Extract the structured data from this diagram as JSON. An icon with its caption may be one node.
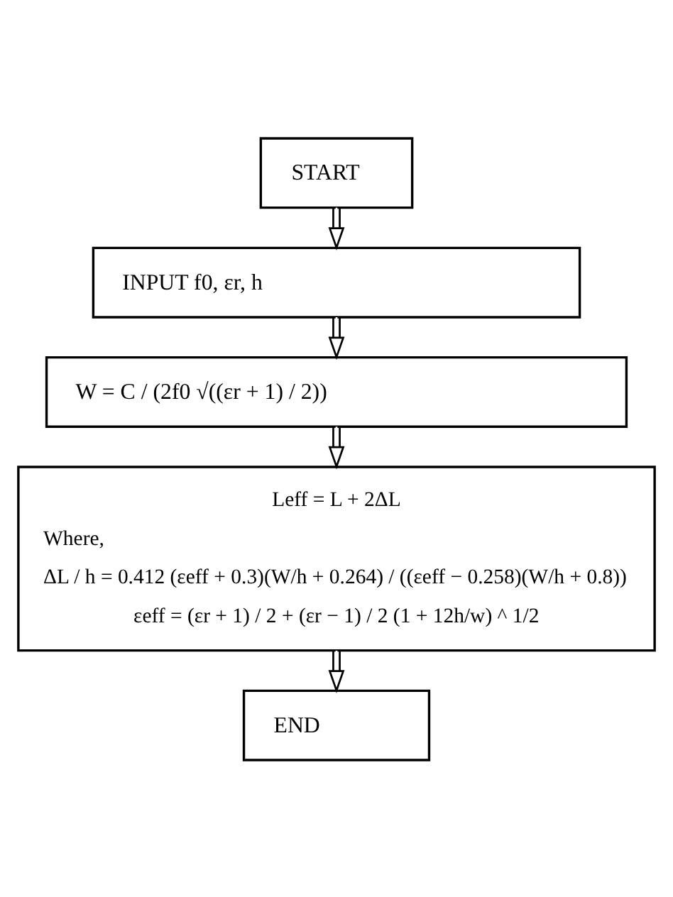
{
  "diagram": {
    "nodes": [
      {
        "text": [
          "START"
        ]
      },
      {
        "text": [
          "INPUT f0, εr, h"
        ]
      },
      {
        "text": [
          "W = C / (2f0 √((εr + 1) / 2))"
        ]
      },
      {
        "text": [
          "Leff = L + 2ΔL",
          "Where,",
          "ΔL / h = 0.412 (εeff + 0.3)(W/h + 0.264) / ((εeff − 0.258)(W/h + 0.8))",
          "εeff = (εr + 1) / 2 + (εr − 1) / 2 (1 + 12h/w) ^ 1/2"
        ]
      },
      {
        "text": [
          "END"
        ]
      }
    ],
    "edges": [
      {
        "from": 0,
        "to": 1,
        "arrow": "to"
      },
      {
        "from": 1,
        "to": 2,
        "arrow": "to"
      },
      {
        "from": 2,
        "to": 3,
        "arrow": "to"
      },
      {
        "from": 3,
        "to": 4,
        "arrow": "to"
      }
    ]
  }
}
